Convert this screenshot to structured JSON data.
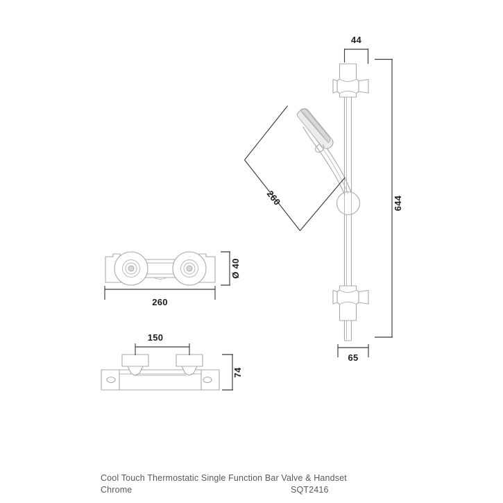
{
  "document": {
    "type": "product-technical-drawing",
    "background_color": "#ffffff",
    "line_color": "#a8a8a8",
    "dimension_color": "#3b3b3b",
    "caption_color": "#58585a"
  },
  "caption": {
    "product_name": "Cool Touch Thermostatic Single Function Bar Valve & Handset",
    "finish": "Chrome",
    "product_code": "SQT2416"
  },
  "views": {
    "riser_rail": {
      "name": "riser-rail-elevation",
      "dimensions": {
        "bracket_width": "44",
        "overall_height": "644",
        "base_projection": "65",
        "handset_length": "260"
      }
    },
    "bar_valve_plan": {
      "name": "bar-valve-plan-view",
      "dimensions": {
        "overall_width": "260",
        "diameter": "Ø 40"
      }
    },
    "bar_valve_elevation": {
      "name": "bar-valve-front-elevation",
      "dimensions": {
        "inlet_centres": "150",
        "height": "74"
      }
    }
  }
}
